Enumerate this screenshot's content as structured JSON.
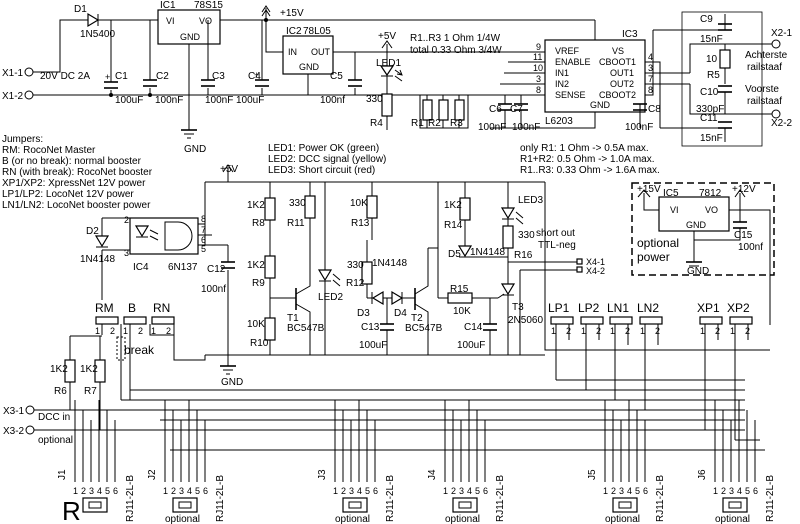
{
  "power_in": {
    "terminal_1": "X1-1",
    "terminal_2": "X1-2",
    "supply": "20V DC 2A"
  },
  "parts": {
    "d1": {
      "ref": "D1",
      "value": "1N5400"
    },
    "ic1": {
      "ref": "IC1",
      "value": "78S15",
      "pin_vi": "VI",
      "pin_vo": "VO",
      "pin_gnd": "GND"
    },
    "rail_15v": "+15V",
    "rail_5v": "+5V",
    "rail_5v_b": "+5V",
    "ic2": {
      "ref": "IC2",
      "value": "78L05",
      "pin_in": "IN",
      "pin_out": "OUT",
      "pin_gnd": "GND"
    },
    "c1": {
      "ref": "C1",
      "value": "100uF"
    },
    "c2": {
      "ref": "C2",
      "value": "100nF"
    },
    "c3": {
      "ref": "C3",
      "value": "100nF"
    },
    "c4": {
      "ref": "C4",
      "value": "100uF"
    },
    "c5": {
      "ref": "C5",
      "value": "100nf"
    },
    "led1": {
      "ref": "LED1"
    },
    "r4": {
      "ref": "R4",
      "value": "330"
    },
    "ic3": {
      "ref": "IC3",
      "value": "L6203",
      "pins_left": [
        "VREF",
        "ENABLE",
        "IN1",
        "IN2",
        "SENSE"
      ],
      "pins_right": [
        "VS",
        "CBOOT1",
        "OUT1",
        "OUT2",
        "CBOOT2"
      ],
      "pin_gnd": "GND"
    },
    "r1_note": "R1..R3 1 Ohm 1/4W",
    "total_note": "total 0.33 Ohm 3/4W",
    "r1": "R1",
    "r2": "R2",
    "r3": "R3",
    "c6": {
      "ref": "C6",
      "value": "100nF"
    },
    "c7": {
      "ref": "C7",
      "value": "100nF"
    },
    "c8": {
      "ref": "C8",
      "value": "100nF"
    },
    "c9": {
      "ref": "C9",
      "value": "15nF"
    },
    "r5": {
      "ref": "R5",
      "value": "10"
    },
    "c10": {
      "ref": "C10",
      "value": "330pF"
    },
    "c11": {
      "ref": "C11",
      "value": "15nF"
    },
    "x2_1": "X2-1",
    "x2_2": "X2-2",
    "rail_rear_1": "Achterste",
    "rail_rear_2": "railstaaf",
    "rail_front_1": "Voorste",
    "rail_front_2": "railstaaf",
    "d2": {
      "ref": "D2",
      "value": "1N4148"
    },
    "ic4": {
      "ref": "IC4",
      "value": "6N137"
    },
    "c12": {
      "ref": "C12",
      "value": "100nf"
    },
    "r8": {
      "ref": "R8",
      "value": "1K2"
    },
    "r9": {
      "ref": "R9",
      "value": "1K2"
    },
    "r10": {
      "ref": "R10",
      "value": "10K"
    },
    "r11": {
      "ref": "R11",
      "value": "330"
    },
    "t1": {
      "ref": "T1",
      "value": "BC547B"
    },
    "led2": {
      "ref": "LED2"
    },
    "r13": {
      "ref": "R13",
      "value": "10K"
    },
    "r12": {
      "ref": "R12",
      "value": "330"
    },
    "d3": {
      "ref": "D3"
    },
    "d4": {
      "ref": "D4"
    },
    "d34_value": "1N4148",
    "c13": {
      "ref": "C13",
      "value": "100uF"
    },
    "t2": {
      "ref": "T2",
      "value": "BC547B"
    },
    "r14": {
      "ref": "R14",
      "value": "1K2"
    },
    "r15": {
      "ref": "R15",
      "value": "10K"
    },
    "d5": {
      "ref": "D5",
      "value": "1N4148"
    },
    "c14": {
      "ref": "C14",
      "value": "100uF"
    },
    "led3": {
      "ref": "LED3"
    },
    "r16": {
      "ref": "R16",
      "value": "330"
    },
    "t3": {
      "ref": "T3",
      "value": "2N5060"
    },
    "short_1": "short out",
    "short_2": "TTL-neg",
    "x4_1": "X4-1",
    "x4_2": "X4-2",
    "ic5": {
      "ref": "IC5",
      "value": "7812",
      "pin_vi": "VI",
      "pin_vo": "VO",
      "pin_gnd": "GND"
    },
    "c15": {
      "ref": "C15",
      "value": "100nf"
    },
    "rail_15v_b": "+15V",
    "rail_12v": "+12V",
    "optional_1": "optional",
    "optional_2": "power",
    "r6": {
      "ref": "R6",
      "value": "1K2"
    },
    "r7": {
      "ref": "R7",
      "value": "1K2"
    },
    "gnd_1": "GND",
    "gnd_2": "GND",
    "gnd_3": "GND",
    "break_label": "break"
  },
  "jumpers": {
    "title": "Jumpers:",
    "lines": [
      "RM: RocoNet Master",
      "B (or no break): normal booster",
      "RN (with break): RocoNet booster",
      "XP1/XP2: XpressNet 12V power",
      "LP1/LP2: LocoNet 12V power",
      "LN1/LN2: LocoNet booster power"
    ],
    "headers": [
      "RM",
      "B",
      "RN",
      "LP1",
      "LP2",
      "LN1",
      "LN2",
      "XP1",
      "XP2"
    ],
    "pin1": "1",
    "pin2": "2"
  },
  "leds": {
    "lines": [
      "LED1: Power OK (green)",
      "LED2: DCC signal (yellow)",
      "LED3: Short circuit (red)"
    ]
  },
  "limits": {
    "lines": [
      "only R1: 1 Ohm -> 0.5A max.",
      "R1+R2: 0.5 Ohm -> 1.0A max.",
      "R1..R3: 0.33 Ohm -> 1.6A max."
    ]
  },
  "dcc_in": {
    "x3_1": "X3-1",
    "x3_2": "X3-2",
    "label": "DCC in",
    "optional": "optional"
  },
  "connectors": {
    "items": [
      {
        "ref": "J1",
        "type": "RJ11-2L-B",
        "note": ""
      },
      {
        "ref": "J2",
        "type": "RJ11-2L-B",
        "note": "optional"
      },
      {
        "ref": "J3",
        "type": "RJ11-2L-B",
        "note": "optional"
      },
      {
        "ref": "J4",
        "type": "RJ11-2L-B",
        "note": "optional"
      },
      {
        "ref": "J5",
        "type": "RJ11-2L-B",
        "note": "optional"
      },
      {
        "ref": "J6",
        "type": "RJ11-2L-B",
        "note": "optional"
      }
    ],
    "pins": [
      "1",
      "2",
      "3",
      "4",
      "5",
      "6"
    ]
  },
  "corner_mark": "R"
}
